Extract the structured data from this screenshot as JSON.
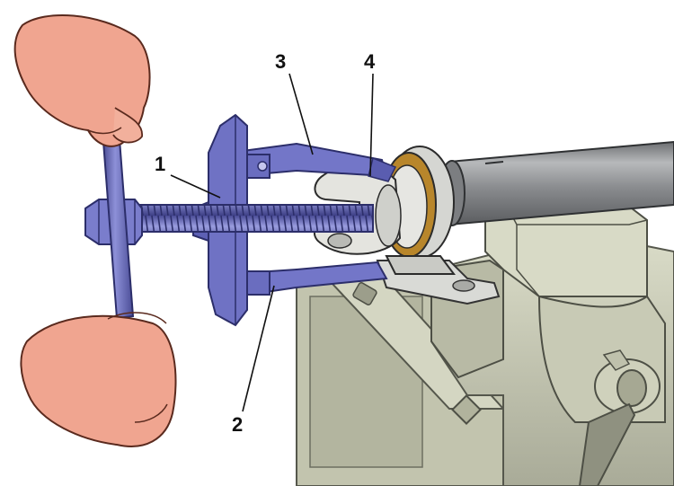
{
  "callouts": [
    {
      "id": "1",
      "label": "1"
    },
    {
      "id": "2",
      "label": "2"
    },
    {
      "id": "3",
      "label": "3"
    },
    {
      "id": "4",
      "label": "4"
    }
  ],
  "colors": {
    "puller": "#6f72c4",
    "puller_dark": "#3d3f86",
    "skin": "#f0a590",
    "vise": "#c9cbb6",
    "vise_dark": "#8f9180",
    "shaft": "#9a9c9e",
    "metal_light": "#e3e4e0",
    "bearing_ring": "#b8862b"
  },
  "icons": [
    "left-hand-icon",
    "right-hand-icon",
    "puller-icon",
    "vise-icon",
    "shaft-icon",
    "yoke-icon",
    "bearing-icon"
  ]
}
